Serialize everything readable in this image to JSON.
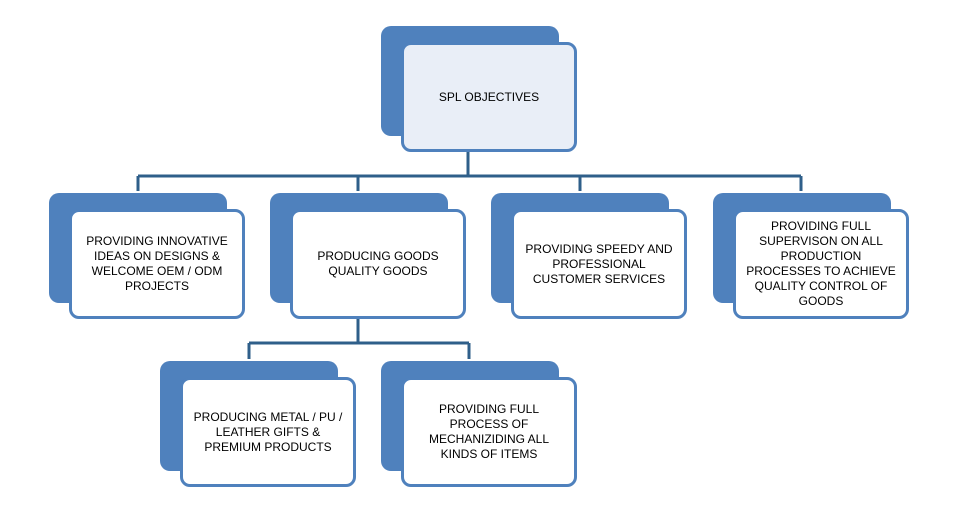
{
  "diagram": {
    "root": {
      "label": "SPL OBJECTIVES"
    },
    "level1": [
      {
        "label": "PROVIDING INNOVATIVE IDEAS ON DESIGNS & WELCOME OEM / ODM PROJECTS"
      },
      {
        "label": "PRODUCING GOODS QUALITY GOODS"
      },
      {
        "label": "PROVIDING SPEEDY AND PROFESSIONAL CUSTOMER SERVICES"
      },
      {
        "label": "PROVIDING FULL SUPERVISON ON ALL PRODUCTION PROCESSES TO ACHIEVE QUALITY CONTROL OF GOODS"
      }
    ],
    "level2": [
      {
        "label": "PRODUCING METAL / PU / LEATHER GIFTS & PREMIUM PRODUCTS"
      },
      {
        "label": "PROVIDING FULL PROCESS OF MECHANIZIDING  ALL KINDS OF ITEMS"
      }
    ]
  },
  "colors": {
    "accent": "#4f81bd",
    "connector": "#2f5f8a"
  }
}
